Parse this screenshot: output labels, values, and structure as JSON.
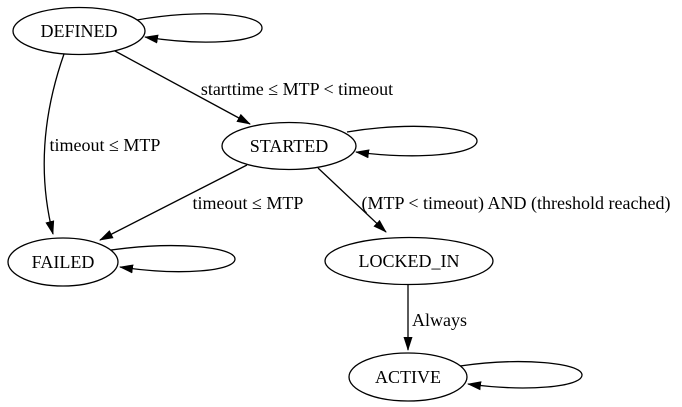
{
  "colors": {
    "background": "#ffffff",
    "node_fill": "#ffffff",
    "stroke": "#000000",
    "text": "#000000"
  },
  "diagram": {
    "type": "state-machine",
    "nodes": [
      {
        "id": "defined",
        "label": "DEFINED",
        "self_loop": true
      },
      {
        "id": "started",
        "label": "STARTED",
        "self_loop": true
      },
      {
        "id": "failed",
        "label": "FAILED",
        "self_loop": true
      },
      {
        "id": "locked_in",
        "label": "LOCKED_IN",
        "self_loop": false
      },
      {
        "id": "active",
        "label": "ACTIVE",
        "self_loop": true
      }
    ],
    "edges": [
      {
        "from": "DEFINED",
        "to": "STARTED",
        "label": "starttime ≤ MTP < timeout"
      },
      {
        "from": "DEFINED",
        "to": "FAILED",
        "label": "timeout ≤ MTP"
      },
      {
        "from": "STARTED",
        "to": "FAILED",
        "label": "timeout ≤ MTP"
      },
      {
        "from": "STARTED",
        "to": "LOCKED_IN",
        "label": "(MTP < timeout) AND (threshold reached)"
      },
      {
        "from": "LOCKED_IN",
        "to": "ACTIVE",
        "label": "Always"
      },
      {
        "from": "DEFINED",
        "to": "DEFINED",
        "label": ""
      },
      {
        "from": "STARTED",
        "to": "STARTED",
        "label": ""
      },
      {
        "from": "FAILED",
        "to": "FAILED",
        "label": ""
      },
      {
        "from": "ACTIVE",
        "to": "ACTIVE",
        "label": ""
      }
    ]
  }
}
